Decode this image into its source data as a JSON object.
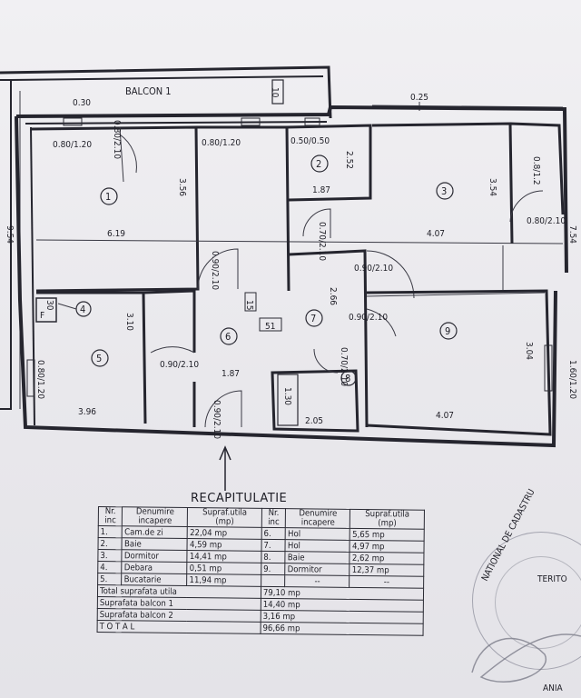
{
  "plan": {
    "balcony_label": "BALCON 1",
    "top_dims": {
      "d030": "0.30",
      "d10": "10",
      "d025": "0.25"
    },
    "left_outer": "9.54",
    "right_outer_top": "7.54",
    "doors": {
      "d1": "0.80/1.20",
      "d2": "0.80/2.10",
      "d3": "0.80/1.20",
      "d4": "0.50/0.50",
      "d5": "0.8/1.2",
      "d6": "0.80/2.10",
      "d7": "0.90/2.10",
      "d8": "0.90/2.10",
      "d9": "0.70/2.10",
      "d10": "0.90/2.10",
      "d11": "0.90/2.10",
      "d12": "0.70/2.10",
      "d13": "0.80/1.20",
      "d14": "1.60/1.20",
      "d15": "0.90/2.10"
    },
    "dims": {
      "r1_h": "3.56",
      "r1_w": "6.19",
      "r2_h": "2.52",
      "r2_w": "1.87",
      "r3_h": "3.54",
      "r3_w": "4.07",
      "r5_h": "3.10",
      "r5_w": "3.96",
      "r6_w": "1.87",
      "r7_h": "2.66",
      "r8_w": "2.05",
      "r9_h": "3.04",
      "r9_w": "4.07",
      "small_51": "51",
      "small_130": "1.30",
      "small_f": "F",
      "small_30": "30",
      "small_15": "15"
    },
    "room_numbers": [
      "1",
      "2",
      "3",
      "4",
      "5",
      "6",
      "7",
      "8",
      "9"
    ],
    "recap_title": "RECAPITULATIE"
  },
  "table": {
    "headers": {
      "nr": "Nr.",
      "inc": "inc",
      "denumire": "Denumire",
      "incapere": "incapere",
      "supraf": "Supraf.utila",
      "mp": "(mp)"
    },
    "left_rows": [
      {
        "n": "1.",
        "name": "Cam.de zi",
        "area": "22,04 mp"
      },
      {
        "n": "2.",
        "name": "Baie",
        "area": "4,59 mp"
      },
      {
        "n": "3.",
        "name": "Dormitor",
        "area": "14,41 mp"
      },
      {
        "n": "4.",
        "name": "Debara",
        "area": "0,51 mp"
      },
      {
        "n": "5.",
        "name": "Bucatarie",
        "area": "11,94 mp"
      }
    ],
    "right_rows": [
      {
        "n": "6.",
        "name": "Hol",
        "area": "5,65 mp"
      },
      {
        "n": "7.",
        "name": "Hol",
        "area": "4,97 mp"
      },
      {
        "n": "8.",
        "name": "Baie",
        "area": "2,62 mp"
      },
      {
        "n": "9.",
        "name": "Dormitor",
        "area": "12,37 mp"
      },
      {
        "n": "",
        "name": "--",
        "area": "--"
      }
    ],
    "totals": [
      {
        "label": "Total suprafata utila",
        "value": "79,10 mp"
      },
      {
        "label": "Suprafata balcon 1",
        "value": "14,40 mp"
      },
      {
        "label": "Suprafata balcon 2",
        "value": "3,16 mp"
      },
      {
        "label": "T O T A L",
        "value": "96,66 mp"
      }
    ]
  },
  "stamp": {
    "text": "NATIONAL DE CADASTRU",
    "text2": "TERITO",
    "text3": "ANIA"
  }
}
